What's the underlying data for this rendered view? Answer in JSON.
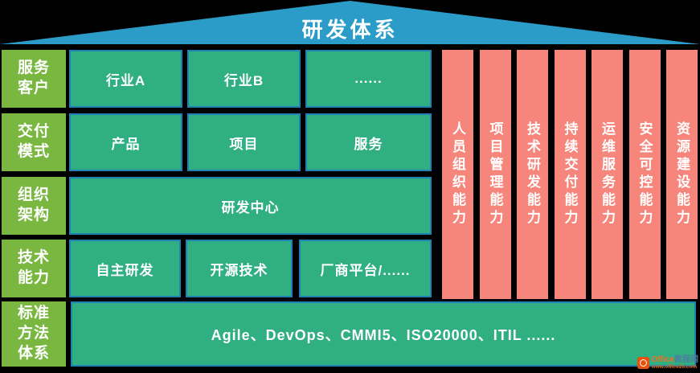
{
  "title": "研发体系",
  "colors": {
    "background": "#000000",
    "roof_blue": "#2B9CC8",
    "label_green": "#79B740",
    "box_green": "#30AF82",
    "box_border_blue": "#1F82B2",
    "pillar_pink": "#F6867B",
    "text_white": "#FFFFFF",
    "watermark_orange": "#E8500B"
  },
  "matrix": [
    {
      "label": "服务\n客户",
      "cells": [
        "行业A",
        "行业B",
        "......"
      ]
    },
    {
      "label": "交付\n模式",
      "cells": [
        "产品",
        "项目",
        "服务"
      ]
    },
    {
      "label": "组织\n架构",
      "cells": [
        "研发中心"
      ]
    },
    {
      "label": "技术\n能力",
      "cells": [
        "自主研发",
        "开源技术",
        "厂商平台/......"
      ]
    },
    {
      "label": "标准\n方法\n体系",
      "cells": [
        "Agile、DevOps、CMMI5、ISO20000、ITIL ......"
      ]
    }
  ],
  "pillars": [
    "人员组织能力",
    "项目管理能力",
    "技术研发能力",
    "持续交付能力",
    "运维服务能力",
    "安全可控能力",
    "资源建设能力"
  ],
  "watermark": {
    "brand_prefix": "Office",
    "brand_suffix": "教程网",
    "url": "www.office26.com"
  }
}
